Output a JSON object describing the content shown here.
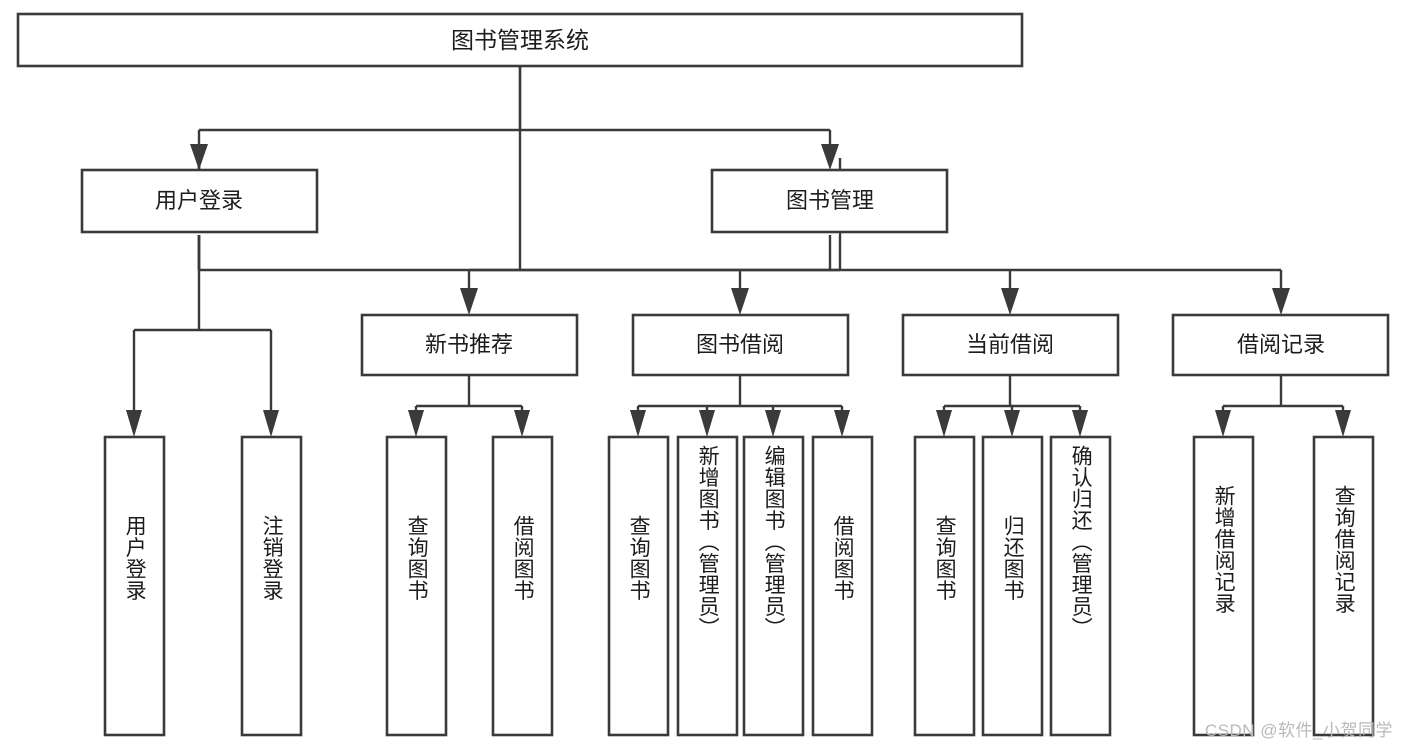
{
  "diagram": {
    "title": "图书管理系统",
    "type": "tree",
    "watermark": "CSDN @软件_小贺同学",
    "colors": {
      "stroke": "#3a3a3a",
      "fill": "#ffffff",
      "text": "#1c1c1c",
      "watermark": "#b9b9b9",
      "background": "#ffffff"
    },
    "root": {
      "label": "图书管理系统"
    },
    "level2": [
      {
        "label": "用户登录"
      },
      {
        "label": "图书管理"
      }
    ],
    "level3": [
      {
        "label": "新书推荐"
      },
      {
        "label": "图书借阅"
      },
      {
        "label": "当前借阅"
      },
      {
        "label": "借阅记录"
      }
    ],
    "leaves": {
      "user_login": [
        {
          "label": "用户登录"
        },
        {
          "label": "注销登录"
        }
      ],
      "new_book_recommend": [
        {
          "label": "查询图书"
        },
        {
          "label": "借阅图书"
        }
      ],
      "book_borrow": [
        {
          "label": "查询图书"
        },
        {
          "label": "新增图书（管理员）"
        },
        {
          "label": "编辑图书（管理员）"
        },
        {
          "label": "借阅图书"
        }
      ],
      "current_borrow": [
        {
          "label": "查询图书"
        },
        {
          "label": "归还图书"
        },
        {
          "label": "确认归还（管理员）"
        }
      ],
      "borrow_record": [
        {
          "label": "新增借阅记录"
        },
        {
          "label": "查询借阅记录"
        }
      ]
    }
  }
}
